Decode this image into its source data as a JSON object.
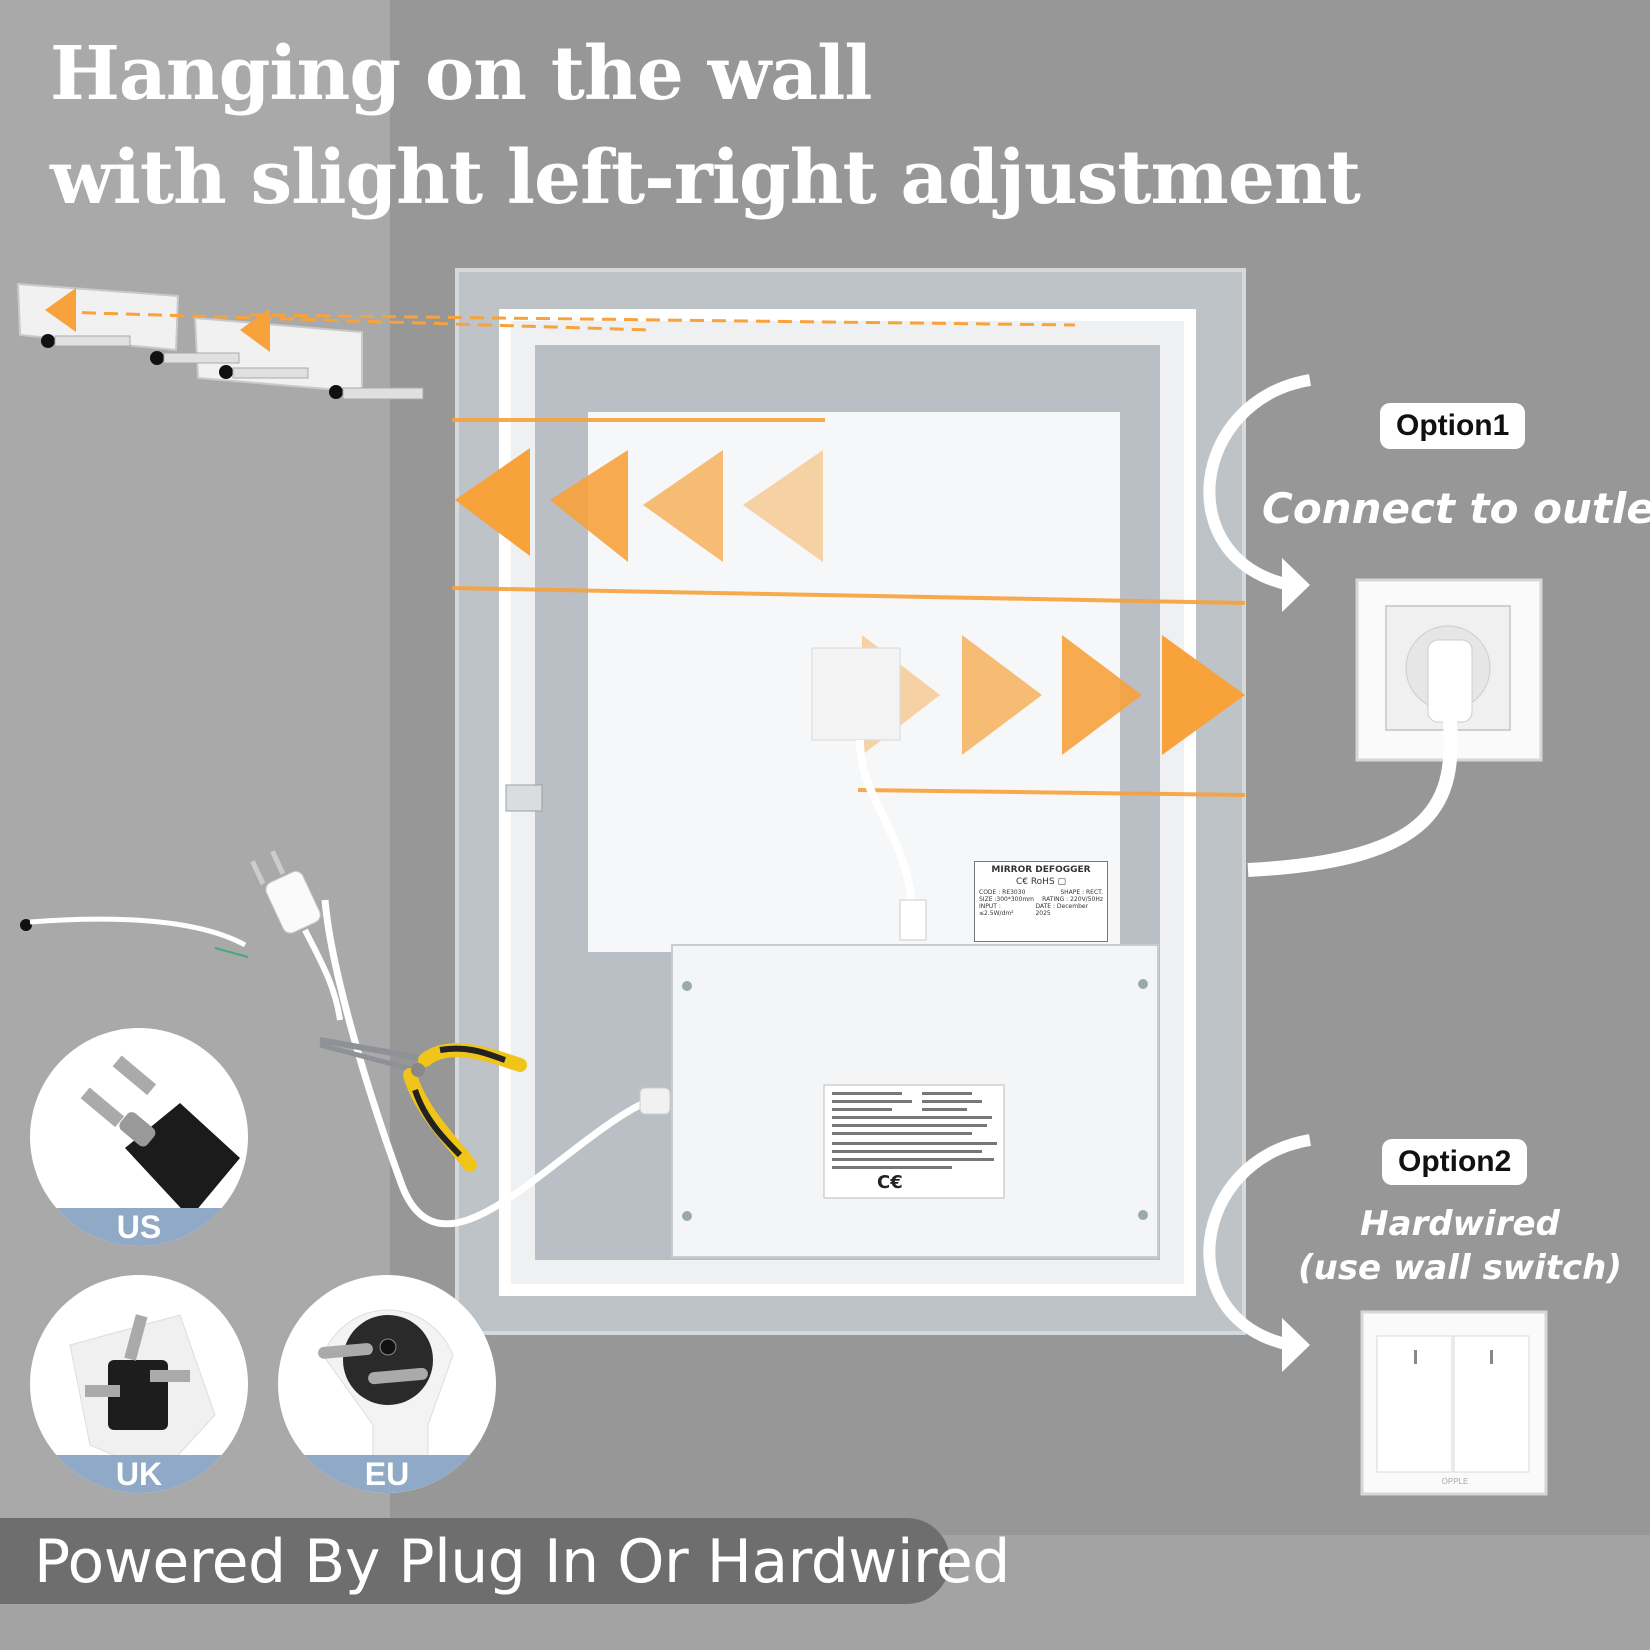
{
  "headline": {
    "line1": "Hanging on the wall",
    "line2": "with slight left-right adjustment"
  },
  "option1": {
    "badge": "Option1",
    "caption": "Connect to outlet"
  },
  "option2": {
    "badge": "Option2",
    "caption_line1": "Hardwired",
    "caption_line2": "(use wall switch)"
  },
  "plugs": [
    {
      "label": "US"
    },
    {
      "label": "UK"
    },
    {
      "label": "EU"
    }
  ],
  "footer": {
    "text": "Powered By Plug In Or Hardwired"
  },
  "defogger_label": {
    "title": "MIRROR DEFOGGER",
    "code": "CODE : RE3030",
    "shape": "SHAPE : RECT.",
    "size": "SIZE :300*300mm",
    "rating": "RATING : 220V/50Hz",
    "input": "INPUT : ≤2.5W/dm²",
    "date": "DATE : December 2025"
  },
  "switch_brand": "OPPLE",
  "colors": {
    "accent_orange": "#f7a23b",
    "band_blue": "#8fa9c6",
    "footer_bar": "#6e6e6e"
  }
}
